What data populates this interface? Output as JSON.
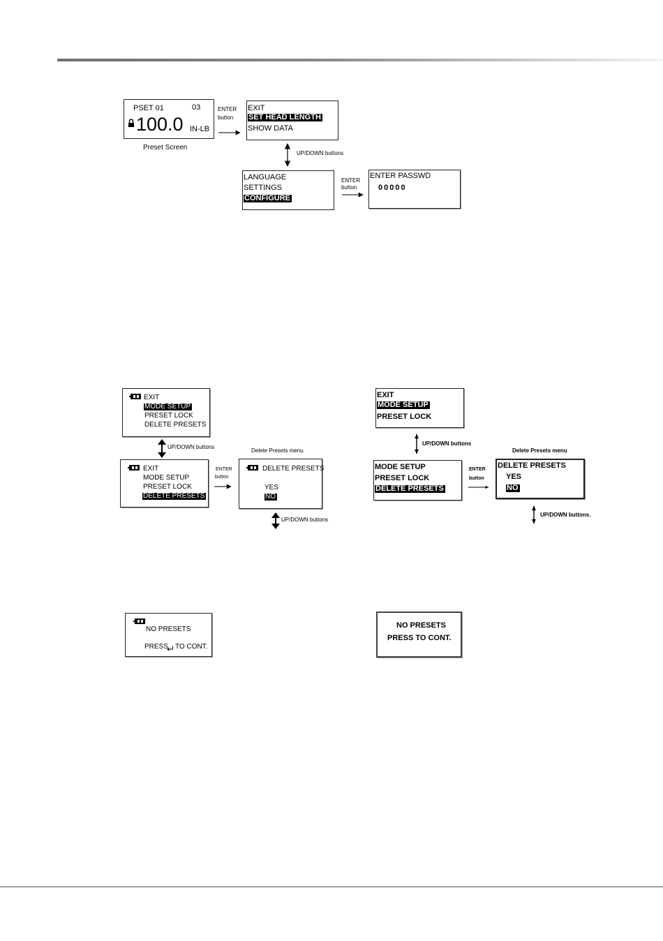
{
  "diagram1": {
    "preset_screen": {
      "pset": "PSET 01",
      "num": "03",
      "value": "100.0",
      "unit": "IN-LB"
    },
    "preset_caption": "Preset Screen",
    "enter_label_1": "ENTER",
    "enter_label_2": "button",
    "menu1": [
      "EXIT",
      "SET HEAD LENGTH",
      "SHOW DATA"
    ],
    "updown_label": "UP/DOWN buttons",
    "menu2": [
      "LANGUAGE",
      "SETTINGS",
      "CONFIGURE"
    ],
    "passwd_title": "ENTER PASSWD",
    "passwd_value": "00000"
  },
  "diagram2_left": {
    "menu_a": [
      "EXIT",
      "MODE SETUP",
      "PRESET LOCK",
      "DELETE PRESETS"
    ],
    "updown_label": "UP/DOWN buttons",
    "menu_b": [
      "EXIT",
      "MODE SETUP",
      "PRESET LOCK",
      "DELETE PRESETS"
    ],
    "enter_label_1": "ENTER",
    "enter_label_2": "button",
    "delete_caption": "Delete Presets menu",
    "delete_menu": {
      "title": "DELETE PRESETS",
      "yes": "YES",
      "no": "NO"
    },
    "updown_label_2": "UP/DOWN buttons"
  },
  "diagram2_right": {
    "menu_a": [
      "EXIT",
      "MODE SETUP",
      "PRESET LOCK"
    ],
    "updown_label": "UP/DOWN buttons",
    "menu_b": [
      "MODE SETUP",
      "PRESET LOCK",
      "DELETE PRESETS"
    ],
    "enter_label_1": "ENTER",
    "enter_label_2": "button",
    "delete_caption": "Delete Presets menu",
    "delete_menu": {
      "title": "DELETE PRESETS",
      "yes": "YES",
      "no": "NO"
    },
    "updown_label_2": "UP/DOWN buttons."
  },
  "diagram3_left": {
    "line1": "NO PRESETS",
    "line2_a": "PRESS",
    "line2_b": "TO CONT.",
    "enter_icon": "enter-return-icon"
  },
  "diagram3_right": {
    "line1": "NO PRESETS",
    "line2": "PRESS TO CONT."
  },
  "icons": [
    "lock-icon",
    "battery-icon",
    "enter-return-icon"
  ]
}
